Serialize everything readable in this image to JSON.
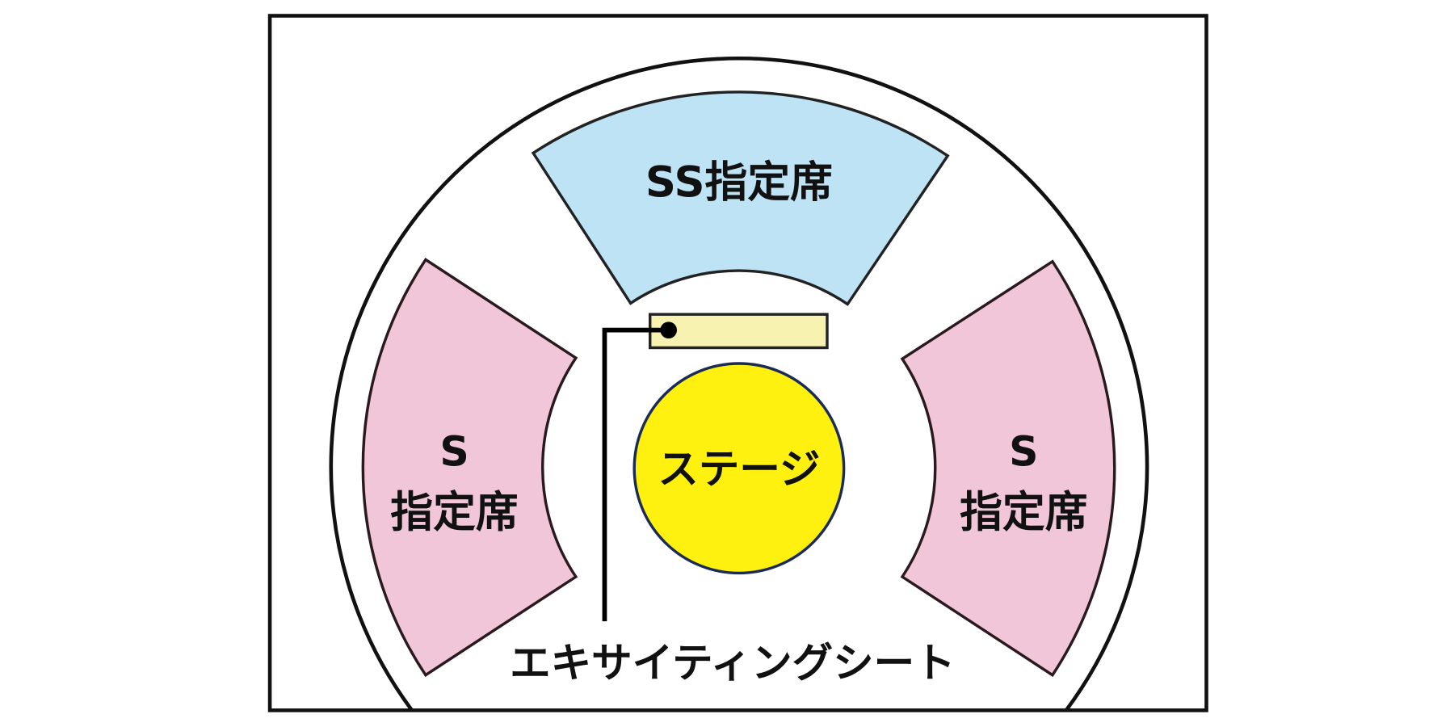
{
  "seating_map": {
    "ss_section": {
      "label": "SS指定席",
      "color": "#bde3f5"
    },
    "s_left": {
      "label_line1": "S",
      "label_line2": "指定席",
      "color": "#f0c6d8"
    },
    "s_right": {
      "label_line1": "S",
      "label_line2": "指定席",
      "color": "#f0c6d8"
    },
    "stage": {
      "label": "ステージ",
      "color": "#fff10f"
    },
    "exciting_seat": {
      "label": "エキサイティングシート",
      "color": "#f7f2b0"
    }
  }
}
